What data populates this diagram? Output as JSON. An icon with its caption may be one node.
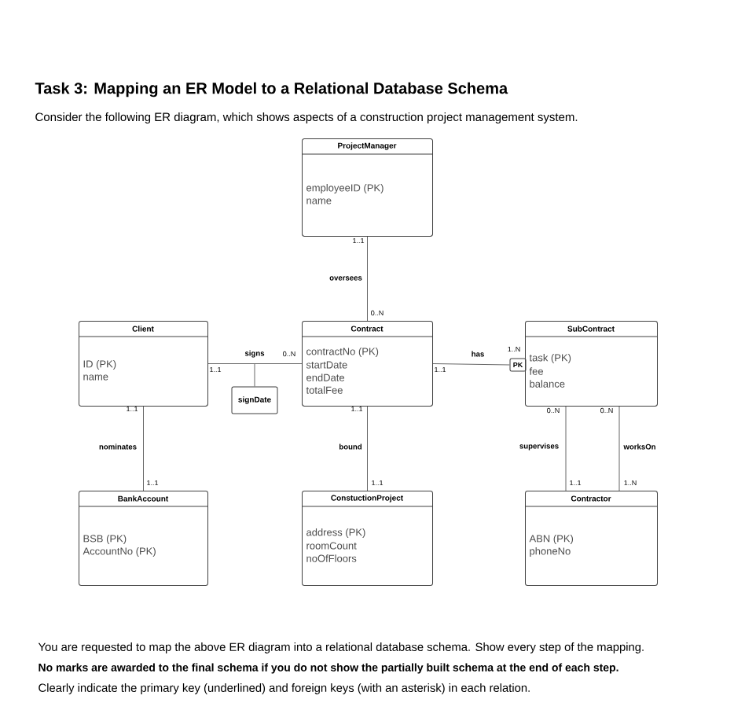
{
  "diagram": {
    "title": "Task 3: Mapping an ER Model to a Relational Database Schema",
    "nodes": [
      {
        "text": [
          "ProjectManager",
          "employeeID (PK)",
          "name"
        ]
      },
      {
        "text": [
          "Client",
          "ID (PK)",
          "name"
        ]
      },
      {
        "text": [
          "Contract",
          "contractNo (PK)",
          "startDate",
          "endDate",
          "totalFee"
        ]
      },
      {
        "text": [
          "PK"
        ]
      },
      {
        "text": [
          "SubContract",
          "task (PK)",
          "fee",
          "balance"
        ]
      },
      {
        "text": [
          "signDate"
        ]
      },
      {
        "text": [
          "BankAccount",
          "BSB (PK)",
          "AccountNo (PK)"
        ]
      },
      {
        "text": [
          "ConstuctionProject",
          "address (PK)",
          "roomCount",
          "noOfFloors"
        ]
      },
      {
        "text": [
          "Contractor",
          "ABN (PK)",
          "phoneNo"
        ]
      }
    ],
    "edges": [
      {
        "from": 0,
        "to": 2,
        "arrow": "none",
        "label": "oversees"
      },
      {
        "from": 1,
        "to": 2,
        "arrow": "none",
        "label": "signs"
      },
      {
        "from": 2,
        "to": 3,
        "arrow": "none",
        "label": "has"
      },
      {
        "from": 5,
        "to": null,
        "arrow": "none"
      },
      {
        "from": 1,
        "to": 6,
        "arrow": "none",
        "label": "nominates"
      },
      {
        "from": 2,
        "to": 7,
        "arrow": "none",
        "label": "bound"
      },
      {
        "from": 4,
        "to": 8,
        "arrow": "none",
        "label": "supervises"
      },
      {
        "from": 4,
        "to": 8,
        "arrow": "none",
        "label": "worksOn"
      }
    ],
    "labels": [
      "Consider the following ER diagram, which shows aspects of a construction project management system.",
      "1..1",
      "0..N",
      "1..N",
      "1..1",
      "0..N",
      "1..1",
      "1..1",
      "1..1",
      "0..N",
      "0..N",
      "1..1",
      "1..1",
      "1..1",
      "1..N",
      "You are requested to map the above ER diagram into a relational database schema. Show every step of the mapping.",
      "No marks are awarded to the final schema if you do not show the partially built schema at the end of each step.",
      "Clearly indicate the primary key (underlined) and foreign keys (with an asterisk) in each relation."
    ]
  }
}
